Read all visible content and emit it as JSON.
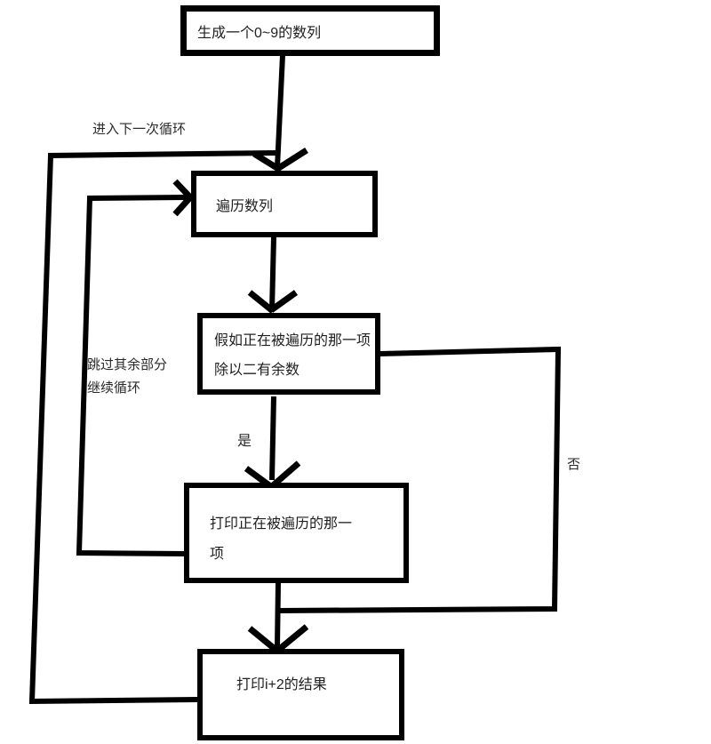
{
  "diagram": {
    "type": "flowchart",
    "background": "#ffffff",
    "line_color": "#000000",
    "nodes": {
      "generate": {
        "label": "生成一个0~9的数列"
      },
      "iterate": {
        "label": "遍历数列"
      },
      "condition": {
        "line1": "假如正在被遍历的那一项",
        "line2": "除以二有余数"
      },
      "print_item": {
        "line1": "打印正在被遍历的那一",
        "line2": "项"
      },
      "print_result": {
        "label": "打印i+2的结果"
      }
    },
    "edge_labels": {
      "next_loop": "进入下一次循环",
      "skip_line1": "跳过其余部分",
      "skip_line2": "继续循环",
      "yes": "是",
      "no": "否"
    }
  }
}
